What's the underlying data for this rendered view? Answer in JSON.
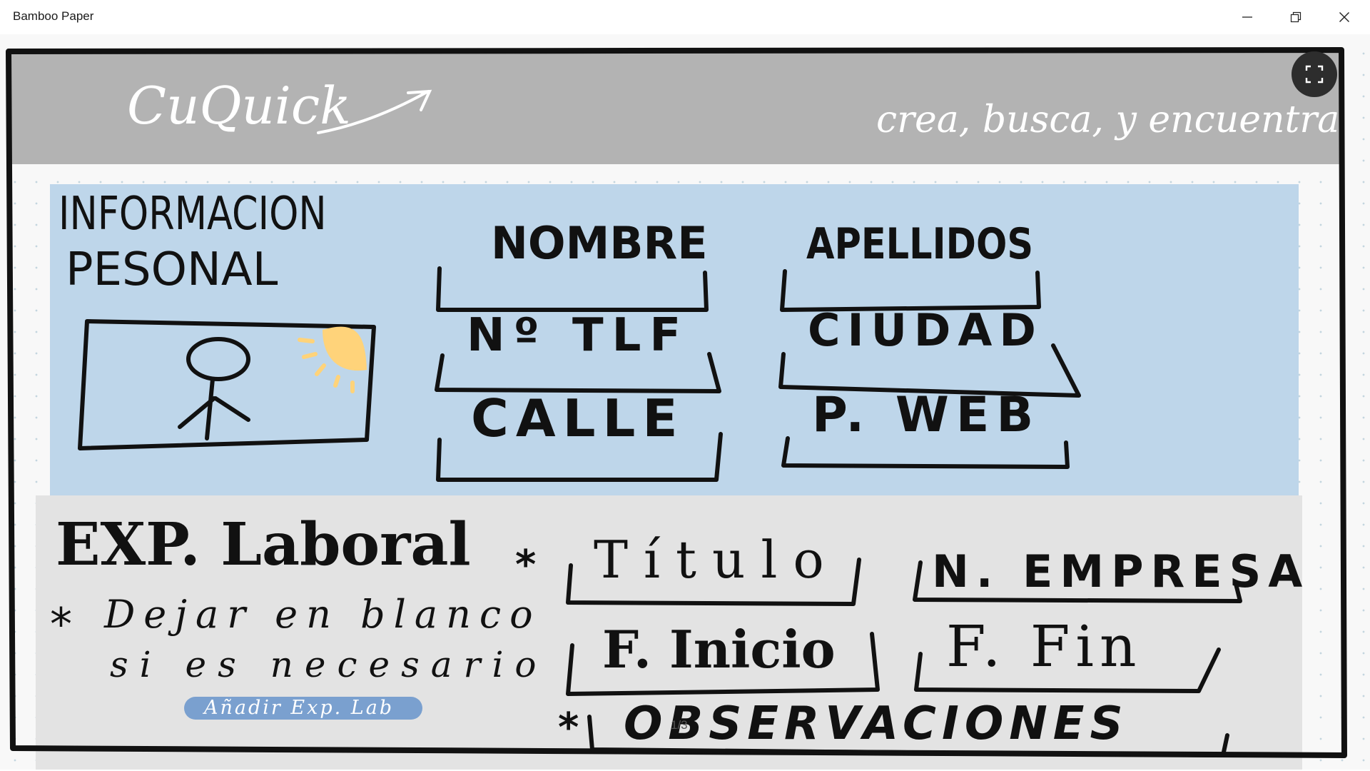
{
  "window": {
    "title": "Bamboo Paper",
    "minimize_icon": "minimize-icon",
    "maximize_icon": "restore-icon",
    "close_icon": "close-icon"
  },
  "toolbar": {
    "fullscreen_icon": "fullscreen-icon"
  },
  "colors": {
    "header_gray": "#b3b3b3",
    "info_blue": "#bed6ea",
    "exp_gray": "#e3e3e3",
    "ink": "#111111",
    "sun": "#ffd37a",
    "button_blue": "#7aa0cf"
  },
  "sketch": {
    "header": {
      "logo": "CuQuick",
      "tagline": "crea, busca, y encuentra"
    },
    "personal_info": {
      "heading_line1": "INFORMACION",
      "heading_line2": "PESONAL",
      "fields": [
        "NOMBRE",
        "APELLIDOS",
        "Nº TLF",
        "CIUDAD",
        "CALLE",
        "P. WEB"
      ]
    },
    "work_experience": {
      "heading": "EXP. Laboral",
      "note_line1": "Dejar en blanco",
      "note_line2": "si es necesario",
      "note_bullet": "*",
      "add_button": "Añadir Exp. Lab",
      "fields": [
        "Título",
        "N. EMPRESA",
        "F. Inicio",
        "F. Fin",
        "OBSERVACIONES"
      ],
      "title_bullet": "*",
      "observations_bullet": "*"
    }
  },
  "page_indicator": "1/3"
}
